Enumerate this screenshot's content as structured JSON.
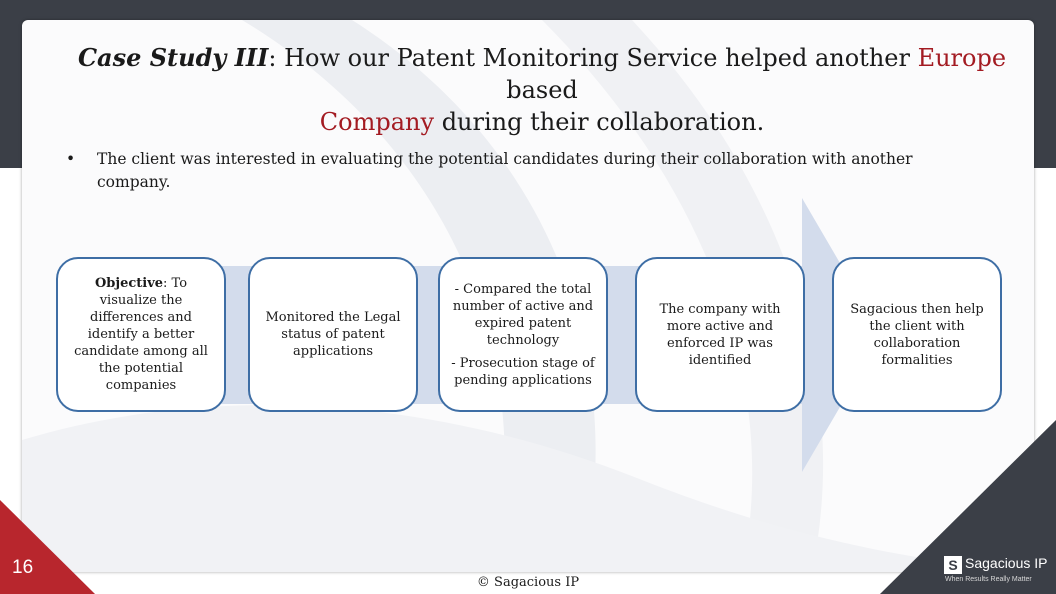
{
  "slide": {
    "title_part1": "Case Study III",
    "title_part2": ": How our Patent Monitoring Service helped another ",
    "title_red1": "Europe",
    "title_part3": " based",
    "title_red2": "Company",
    "title_part4": " during their collaboration.",
    "bullet_marker": "•",
    "bullet_text": "The client was interested in evaluating the potential candidates during their collaboration with another company.",
    "page_number": "16",
    "footer": "© Sagacious IP"
  },
  "steps": [
    {
      "label": "Objective",
      "text": ": To visualize the differences and identify a better candidate among all the potential companies"
    },
    {
      "text": "Monitored the Legal status of patent applications"
    },
    {
      "line1": "- Compared the total number of active and expired patent technology",
      "line2": "- Prosecution stage of pending applications"
    },
    {
      "text": "The company with more active and enforced IP was identified"
    },
    {
      "text": "Sagacious then help the client with collaboration formalities"
    }
  ],
  "logo": {
    "mark": "S",
    "name": "Sagacious IP",
    "tagline": "When Results Really Matter"
  },
  "colors": {
    "dark": "#3b3f47",
    "accent_red": "#a31b22",
    "box_border": "#3e6ea5",
    "arrow_fill": "#d3dcec"
  }
}
